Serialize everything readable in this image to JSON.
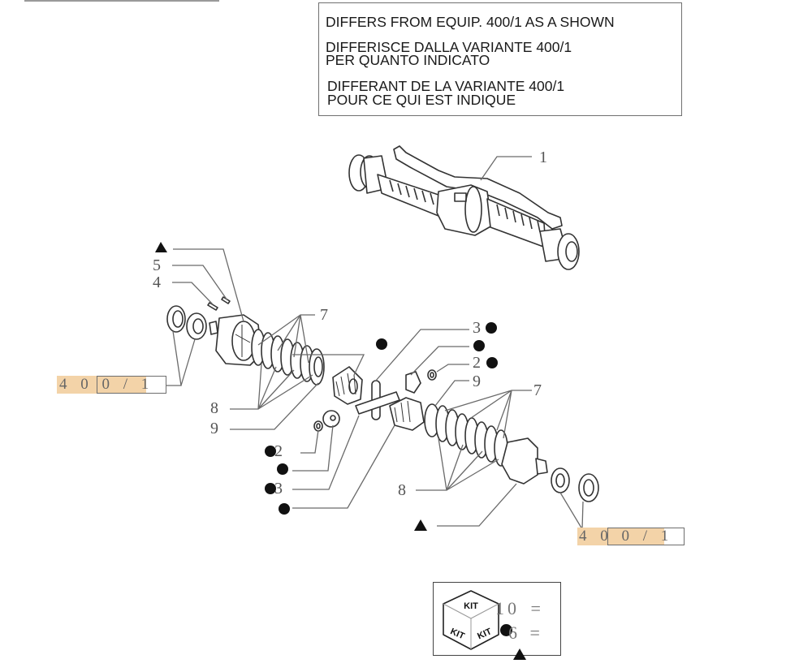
{
  "notes": {
    "lines": [
      "DIFFERS FROM EQUIP. 400/1 AS A SHOWN",
      "DIFFERISCE DALLA VARIANTE 400/1",
      "PER QUANTO INDICATO",
      "DIFFERANT DE LA VARIANTE 400/1",
      "POUR CE QUI EST INDIQUE"
    ]
  },
  "callouts": {
    "axle": "1",
    "item5": "5",
    "item4": "4",
    "item7_left": "7",
    "item8_left": "8",
    "item9_left": "9",
    "item2_left": "2",
    "item3_left": "3",
    "item3_right": "3",
    "item2_right": "2",
    "item9_right": "9",
    "item7_right": "7",
    "item8_right": "8"
  },
  "symbols": {
    "circle": "circle-kit-10",
    "triangle": "triangle-kit-6"
  },
  "variant_refs": [
    {
      "text": "4 0 0 / 1"
    },
    {
      "text": "4 0 0 / 1"
    }
  ],
  "kit_legend": {
    "cube_label": "KIT",
    "rows": [
      {
        "number": "10",
        "equals": "=",
        "symbol": "circle"
      },
      {
        "number": "6",
        "equals": "=",
        "symbol": "triangle"
      }
    ]
  },
  "colors": {
    "highlight": "#f3d3a8",
    "line": "#6e6e6e",
    "symbol": "#111111"
  }
}
